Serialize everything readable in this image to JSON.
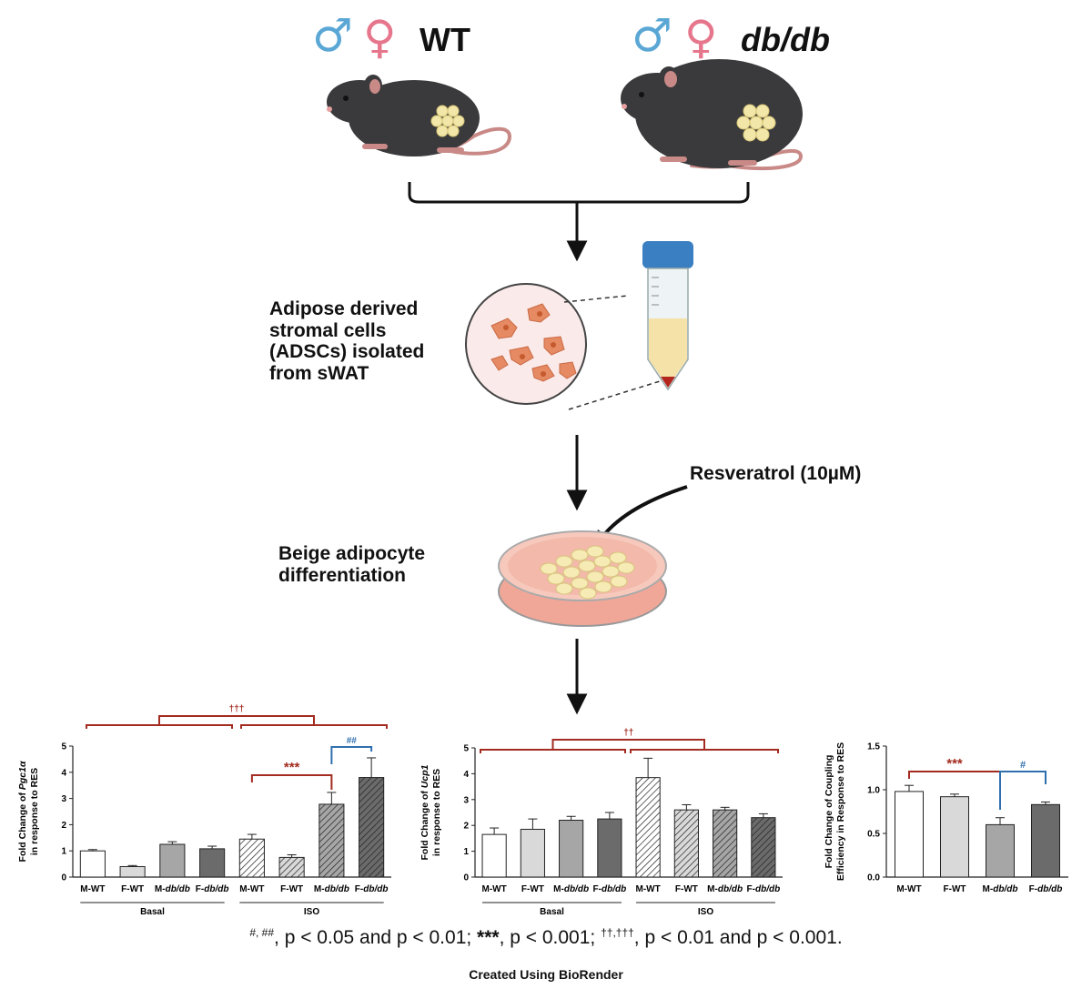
{
  "groups": {
    "wt": {
      "male_symbol": "♂",
      "female_symbol": "♀",
      "label": "WT"
    },
    "dbdb": {
      "male_symbol": "♂",
      "female_symbol": "♀",
      "label": "db/db"
    }
  },
  "steps": {
    "isolation_lines": [
      "Adipose derived",
      "stromal cells",
      "(ADSCs) isolated",
      "from sWAT"
    ],
    "treatment": "Resveratrol (10µM)",
    "differentiation_lines": [
      "Beige adipocyte",
      "differentiation"
    ]
  },
  "colors": {
    "male": "#5aa7d6",
    "female": "#e6768c",
    "bracket_red": "#a32b20",
    "bracket_blue": "#2f6fae"
  },
  "chart_data": [
    {
      "type": "bar",
      "ylabel": "Fold Change of Pgc1α in response to RES",
      "ylabel_lines": [
        "Fold Change of Pgc1α",
        "in response to RES"
      ],
      "ylim": [
        0,
        5
      ],
      "yticks": [
        "0",
        "1",
        "2",
        "3",
        "4",
        "5"
      ],
      "categories": [
        "M-WT",
        "F-WT",
        "M-db/db",
        "F-db/db",
        "M-WT",
        "F-WT",
        "M-db/db",
        "F-db/db"
      ],
      "groups": [
        "Basal",
        "ISO"
      ],
      "values": [
        1.0,
        0.4,
        1.25,
        1.08,
        1.45,
        0.75,
        2.78,
        3.8
      ],
      "errors": [
        0.05,
        0.04,
        0.1,
        0.1,
        0.18,
        0.1,
        0.45,
        0.75
      ],
      "annotations": {
        "top": "†††",
        "red": "***",
        "blue": "##"
      }
    },
    {
      "type": "bar",
      "ylabel": "Fold Change of Ucp1 in response to RES",
      "ylabel_lines": [
        "Fold Change of Ucp1",
        "in response to RES"
      ],
      "ylim": [
        0,
        5
      ],
      "yticks": [
        "0",
        "1",
        "2",
        "3",
        "4",
        "5"
      ],
      "categories": [
        "M-WT",
        "F-WT",
        "M-db/db",
        "F-db/db",
        "M-WT",
        "F-WT",
        "M-db/db",
        "F-db/db"
      ],
      "groups": [
        "Basal",
        "ISO"
      ],
      "values": [
        1.65,
        1.85,
        2.2,
        2.25,
        3.85,
        2.6,
        2.6,
        2.3
      ],
      "errors": [
        0.25,
        0.4,
        0.15,
        0.25,
        0.75,
        0.2,
        0.1,
        0.15
      ],
      "annotations": {
        "top": "††"
      }
    },
    {
      "type": "bar",
      "ylabel": "Fold Change of Coupling Efficiency in Response to RES",
      "ylabel_lines": [
        "Fold Change of Coupling",
        "Efficiency in Response to RES"
      ],
      "ylim": [
        0,
        1.5
      ],
      "yticks": [
        "0.0",
        "0.5",
        "1.0",
        "1.5"
      ],
      "categories": [
        "M-WT",
        "F-WT",
        "M-db/db",
        "F-db/db"
      ],
      "values": [
        0.98,
        0.92,
        0.6,
        0.83
      ],
      "errors": [
        0.07,
        0.03,
        0.08,
        0.03
      ],
      "annotations": {
        "red": "***",
        "blue": "#"
      }
    }
  ],
  "footnote": {
    "hash_marks": "#, ##",
    "hash_text": ", p < 0.05 and p < 0.01; ",
    "star_marks": "***",
    "star_text": ", p < 0.001; ",
    "dagger_marks": "††,†††",
    "dagger_text": ", p < 0.01 and p < 0.001."
  },
  "credit": "Created Using BioRender"
}
